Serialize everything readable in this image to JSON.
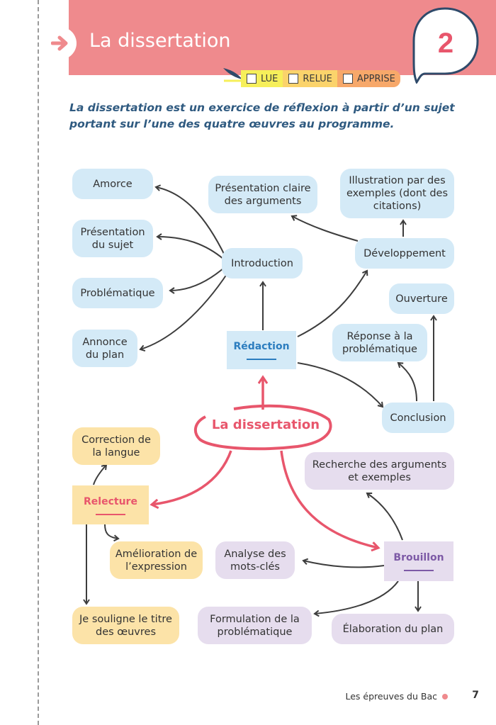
{
  "header": {
    "title": "La dissertation",
    "chapter_number": "2",
    "checkboxes": [
      {
        "label": "LUE",
        "color": "#f6ef5a"
      },
      {
        "label": "RELUE",
        "color": "#fbd36b"
      },
      {
        "label": "APPRISE",
        "color": "#f7a86a"
      }
    ],
    "accent": "#ef8a8d",
    "number_color": "#e8566c"
  },
  "intro": "La dissertation est un exercice de réflexion à partir d’un sujet portant sur l’une des quatre œuvres au programme.",
  "diagram": {
    "center": "La dissertation",
    "redaction": {
      "hub": "Rédaction",
      "introduction": "Introduction",
      "amorce": "Amorce",
      "presentation_sujet": "Présentation du sujet",
      "problematique": "Problématique",
      "annonce_plan": "Annonce du plan",
      "developpement": "Développement",
      "presentation_arguments": "Présentation claire des arguments",
      "illustration": "Illustration par des exemples (dont des citations)",
      "conclusion": "Conclusion",
      "reponse": "Réponse à la problématique",
      "ouverture": "Ouverture"
    },
    "relecture": {
      "hub": "Relecture",
      "correction": "Correction de la langue",
      "amelioration": "Amélioration de l’expression",
      "souligne": "Je souligne le titre des œuvres"
    },
    "brouillon": {
      "hub": "Brouillon",
      "recherche": "Recherche des arguments et exemples",
      "analyse": "Analyse des mots-clés",
      "formulation": "Formulation de la problématique",
      "elaboration": "Élaboration du plan"
    },
    "colors": {
      "blue": "#d4eaf7",
      "purple": "#e6ddee",
      "yellow": "#fce3a8",
      "pink": "#e8566c",
      "redaction": "#2c7dbf",
      "relecture": "#e8566c",
      "brouillon": "#7d5aa6"
    }
  },
  "footer": {
    "text": "Les épreuves du Bac",
    "page": "7"
  }
}
